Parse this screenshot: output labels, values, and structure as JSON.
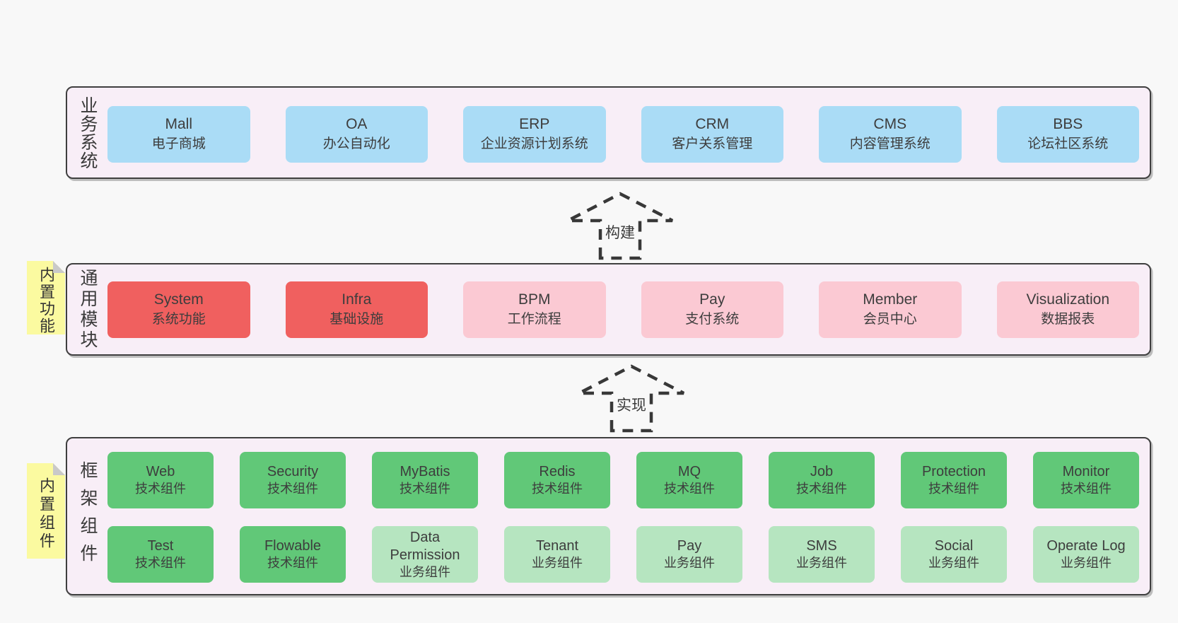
{
  "colors": {
    "page-bg": "#f8f8f8",
    "panel-bg": "#f8eef7",
    "panel-border": "#3f3f3f",
    "blue": "#aadcf6",
    "red": "#f0605f",
    "pink": "#fbc9d3",
    "green": "#61c878",
    "green-light": "#b6e5c0",
    "note-yellow": "#fbfaa0",
    "note-fold": "#c9c9c9",
    "text": "#3d3d3d"
  },
  "sections": {
    "business": {
      "label": "业务系统",
      "boxes": [
        {
          "en": "Mall",
          "zh": "电子商城"
        },
        {
          "en": "OA",
          "zh": "办公自动化"
        },
        {
          "en": "ERP",
          "zh": "企业资源计划系统"
        },
        {
          "en": "CRM",
          "zh": "客户关系管理"
        },
        {
          "en": "CMS",
          "zh": "内容管理系统"
        },
        {
          "en": "BBS",
          "zh": "论坛社区系统"
        }
      ]
    },
    "modules": {
      "label": "通用模块",
      "note": "内置功能",
      "boxes": [
        {
          "en": "System",
          "zh": "系统功能"
        },
        {
          "en": "Infra",
          "zh": "基础设施"
        },
        {
          "en": "BPM",
          "zh": "工作流程"
        },
        {
          "en": "Pay",
          "zh": "支付系统"
        },
        {
          "en": "Member",
          "zh": "会员中心"
        },
        {
          "en": "Visualization",
          "zh": "数据报表"
        }
      ]
    },
    "framework": {
      "label": "框架组件",
      "note": "内置组件",
      "row1": [
        {
          "en": "Web",
          "zh": "技术组件"
        },
        {
          "en": "Security",
          "zh": "技术组件"
        },
        {
          "en": "MyBatis",
          "zh": "技术组件"
        },
        {
          "en": "Redis",
          "zh": "技术组件"
        },
        {
          "en": "MQ",
          "zh": "技术组件"
        },
        {
          "en": "Job",
          "zh": "技术组件"
        },
        {
          "en": "Protection",
          "zh": "技术组件"
        },
        {
          "en": "Monitor",
          "zh": "技术组件"
        }
      ],
      "row2": [
        {
          "en": "Test",
          "zh": "技术组件"
        },
        {
          "en": "Flowable",
          "zh": "技术组件"
        },
        {
          "en": "Data Permission",
          "zh": "业务组件"
        },
        {
          "en": "Tenant",
          "zh": "业务组件"
        },
        {
          "en": "Pay",
          "zh": "业务组件"
        },
        {
          "en": "SMS",
          "zh": "业务组件"
        },
        {
          "en": "Social",
          "zh": "业务组件"
        },
        {
          "en": "Operate Log",
          "zh": "业务组件"
        }
      ]
    }
  },
  "arrows": {
    "build": "构建",
    "implement": "实现"
  }
}
